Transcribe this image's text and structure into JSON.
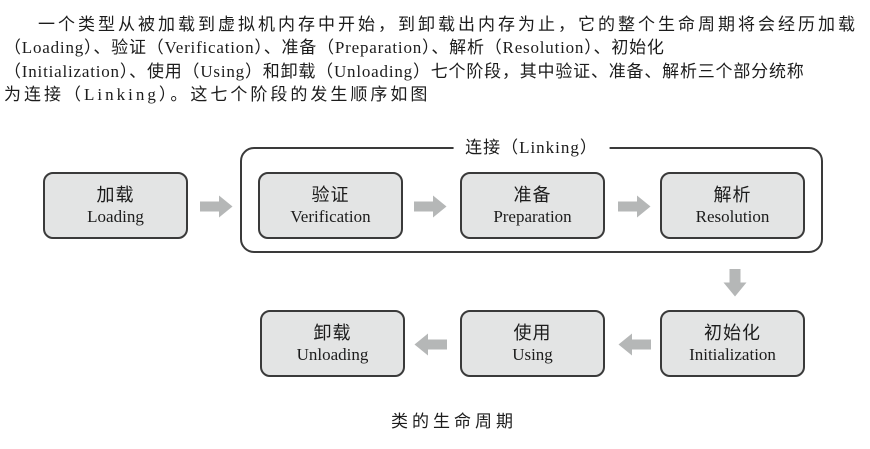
{
  "paragraph": {
    "lines": [
      "一个类型从被加载到虚拟机内存中开始，到卸载出内存为止，它的整个生命周期将会经历加载",
      "（Loading）、验证（Verification）、准备（Preparation）、解析（Resolution）、初始化",
      "（Initialization）、使用（Using）和卸载（Unloading）七个阶段，其中验证、准备、解析三个部分统称",
      "为连接（Linking）。这七个阶段的发生顺序如图"
    ]
  },
  "diagram": {
    "group_label": "连接（Linking）",
    "nodes": {
      "loading": {
        "zh": "加载",
        "en": "Loading"
      },
      "verification": {
        "zh": "验证",
        "en": "Verification"
      },
      "preparation": {
        "zh": "准备",
        "en": "Preparation"
      },
      "resolution": {
        "zh": "解析",
        "en": "Resolution"
      },
      "initialization": {
        "zh": "初始化",
        "en": "Initialization"
      },
      "using": {
        "zh": "使用",
        "en": "Using"
      },
      "unloading": {
        "zh": "卸载",
        "en": "Unloading"
      }
    },
    "caption": "类的生命周期"
  },
  "colors": {
    "page_bg": "#ffffff",
    "text": "#1c1c1c",
    "box_fill": "#e3e4e4",
    "box_border": "#3a3a3a",
    "group_border": "#3a3a3a",
    "arrow_fill": "#b5b7b7"
  }
}
